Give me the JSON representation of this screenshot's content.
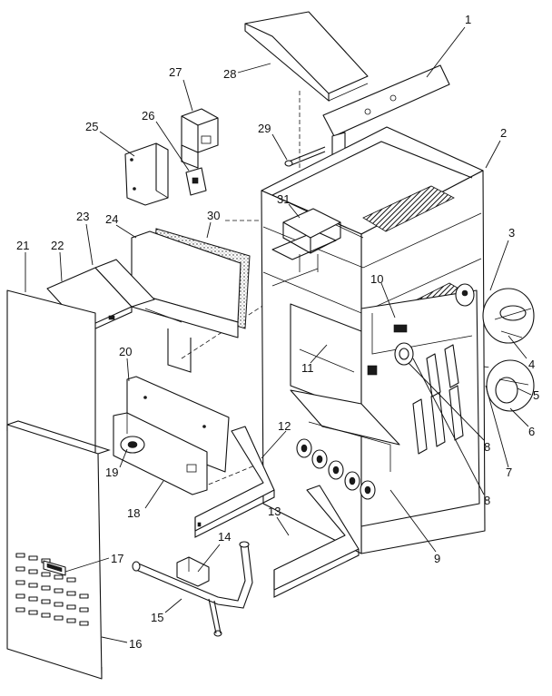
{
  "diagram": {
    "callouts": [
      {
        "id": "1",
        "label": "1"
      },
      {
        "id": "2",
        "label": "2"
      },
      {
        "id": "3",
        "label": "3"
      },
      {
        "id": "4",
        "label": "4"
      },
      {
        "id": "5",
        "label": "5"
      },
      {
        "id": "6",
        "label": "6"
      },
      {
        "id": "7",
        "label": "7"
      },
      {
        "id": "8a",
        "label": "8"
      },
      {
        "id": "8b",
        "label": "8"
      },
      {
        "id": "9",
        "label": "9"
      },
      {
        "id": "10",
        "label": "10"
      },
      {
        "id": "11",
        "label": "11"
      },
      {
        "id": "12",
        "label": "12"
      },
      {
        "id": "13",
        "label": "13"
      },
      {
        "id": "14",
        "label": "14"
      },
      {
        "id": "15",
        "label": "15"
      },
      {
        "id": "16",
        "label": "16"
      },
      {
        "id": "17",
        "label": "17"
      },
      {
        "id": "18",
        "label": "18"
      },
      {
        "id": "19",
        "label": "19"
      },
      {
        "id": "20",
        "label": "20"
      },
      {
        "id": "21",
        "label": "21"
      },
      {
        "id": "22",
        "label": "22"
      },
      {
        "id": "23",
        "label": "23"
      },
      {
        "id": "24",
        "label": "24"
      },
      {
        "id": "25",
        "label": "25"
      },
      {
        "id": "26",
        "label": "26"
      },
      {
        "id": "27",
        "label": "27"
      },
      {
        "id": "28",
        "label": "28"
      },
      {
        "id": "29",
        "label": "29"
      },
      {
        "id": "30",
        "label": "30"
      },
      {
        "id": "31",
        "label": "31"
      }
    ]
  }
}
